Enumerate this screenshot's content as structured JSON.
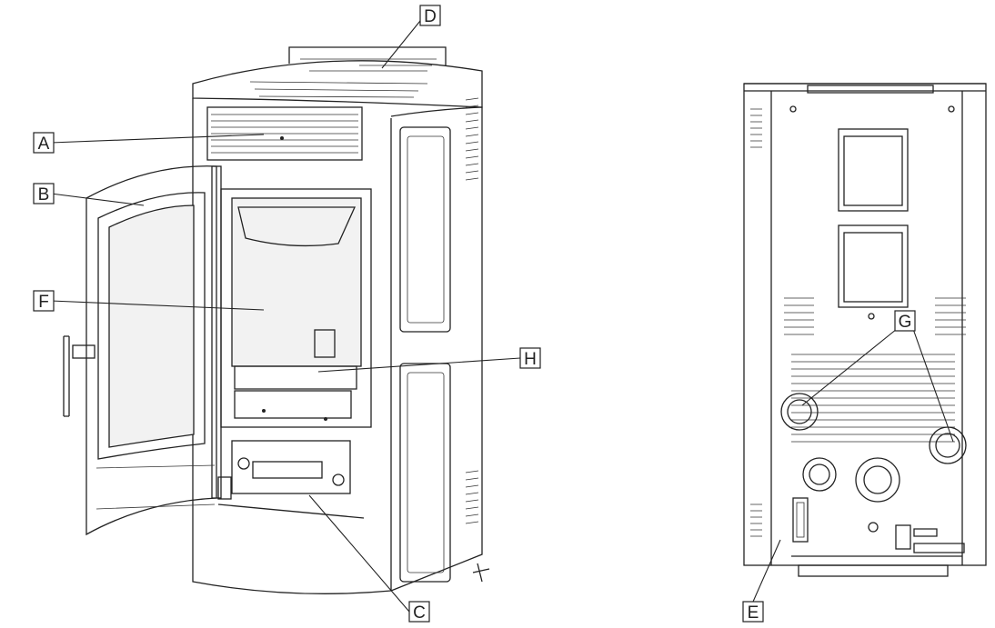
{
  "labels": {
    "a": "A",
    "b": "B",
    "c": "C",
    "d": "D",
    "e": "E",
    "f": "F",
    "g": "G",
    "h": "H"
  },
  "colors": {
    "line": "#222222",
    "background": "#ffffff"
  }
}
